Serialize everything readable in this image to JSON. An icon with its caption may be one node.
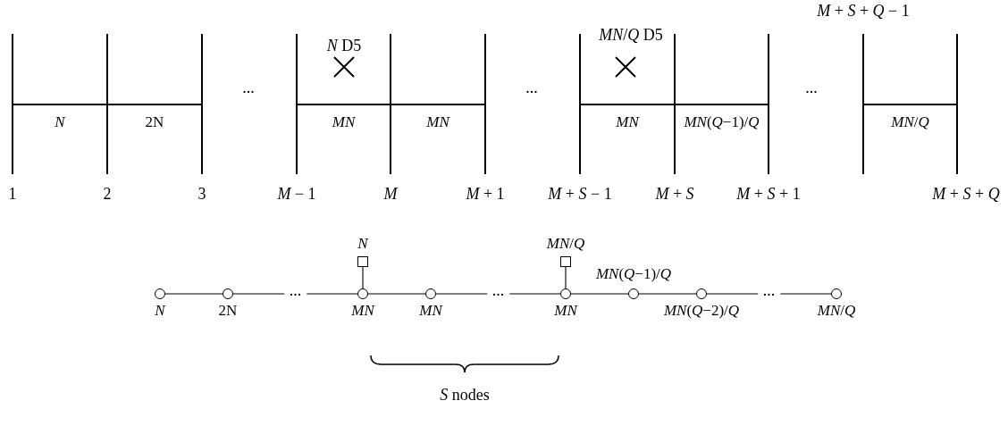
{
  "diagram": {
    "nodes": [
      {
        "text": [
          "1"
        ]
      },
      {
        "text": [
          "2"
        ]
      },
      {
        "text": [
          "3"
        ]
      },
      {
        "text": [
          "*M* − 1"
        ]
      },
      {
        "text": [
          "*M*"
        ]
      },
      {
        "text": [
          "*M* + 1"
        ]
      },
      {
        "text": [
          "*M* + *S* − 1"
        ]
      },
      {
        "text": [
          "*M* + *S*"
        ]
      },
      {
        "text": [
          "*M* + *S* + 1"
        ]
      },
      {
        "text": [
          "*M* + *S* + *Q* − 1"
        ]
      },
      {
        "text": [
          "*M* + *S* + *Q*"
        ]
      },
      {
        "text": [
          "*N*"
        ]
      },
      {
        "text": [
          "2N"
        ]
      },
      {
        "text": [
          "*MN*"
        ]
      },
      {
        "text": [
          "*MN*"
        ]
      },
      {
        "text": [
          "*MN*"
        ]
      },
      {
        "text": [
          "*MN*(*Q*−1)/*Q*"
        ]
      },
      {
        "text": [
          "*MN*(*Q*−2)/*Q*"
        ]
      },
      {
        "text": [
          "*MN*/*Q*"
        ]
      },
      {
        "text": [
          "*N*"
        ]
      },
      {
        "text": [
          "*MN*/*Q*"
        ]
      }
    ],
    "edges": [
      {
        "from": 0,
        "to": 1,
        "arrow": "none",
        "label": "*N*"
      },
      {
        "from": 1,
        "to": 2,
        "arrow": "none",
        "label": "2N"
      },
      {
        "from": 3,
        "to": 4,
        "arrow": "none",
        "label": "*MN*"
      },
      {
        "from": 4,
        "to": 5,
        "arrow": "none",
        "label": "*MN*"
      },
      {
        "from": 6,
        "to": 7,
        "arrow": "none",
        "label": "*MN*"
      },
      {
        "from": 7,
        "to": 8,
        "arrow": "none",
        "label": "*MN*(*Q*−1)/*Q*"
      },
      {
        "from": 9,
        "to": 10,
        "arrow": "none",
        "label": "*MN*/*Q*"
      },
      {
        "from": 11,
        "to": 12,
        "arrow": "none"
      },
      {
        "from": 12,
        "to": 13,
        "arrow": "none",
        "label": "..."
      },
      {
        "from": 13,
        "to": 14,
        "arrow": "none"
      },
      {
        "from": 14,
        "to": 15,
        "arrow": "none",
        "label": "..."
      },
      {
        "from": 15,
        "to": 16,
        "arrow": "none"
      },
      {
        "from": 16,
        "to": 17,
        "arrow": "none"
      },
      {
        "from": 17,
        "to": 18,
        "arrow": "none",
        "label": "..."
      },
      {
        "from": 19,
        "to": 13,
        "arrow": "none"
      },
      {
        "from": 20,
        "to": 15,
        "arrow": "none"
      }
    ],
    "labels": [
      "*N* D5",
      "*MN*/*Q* D5",
      "...",
      "...",
      "...",
      "*S* nodes"
    ]
  }
}
